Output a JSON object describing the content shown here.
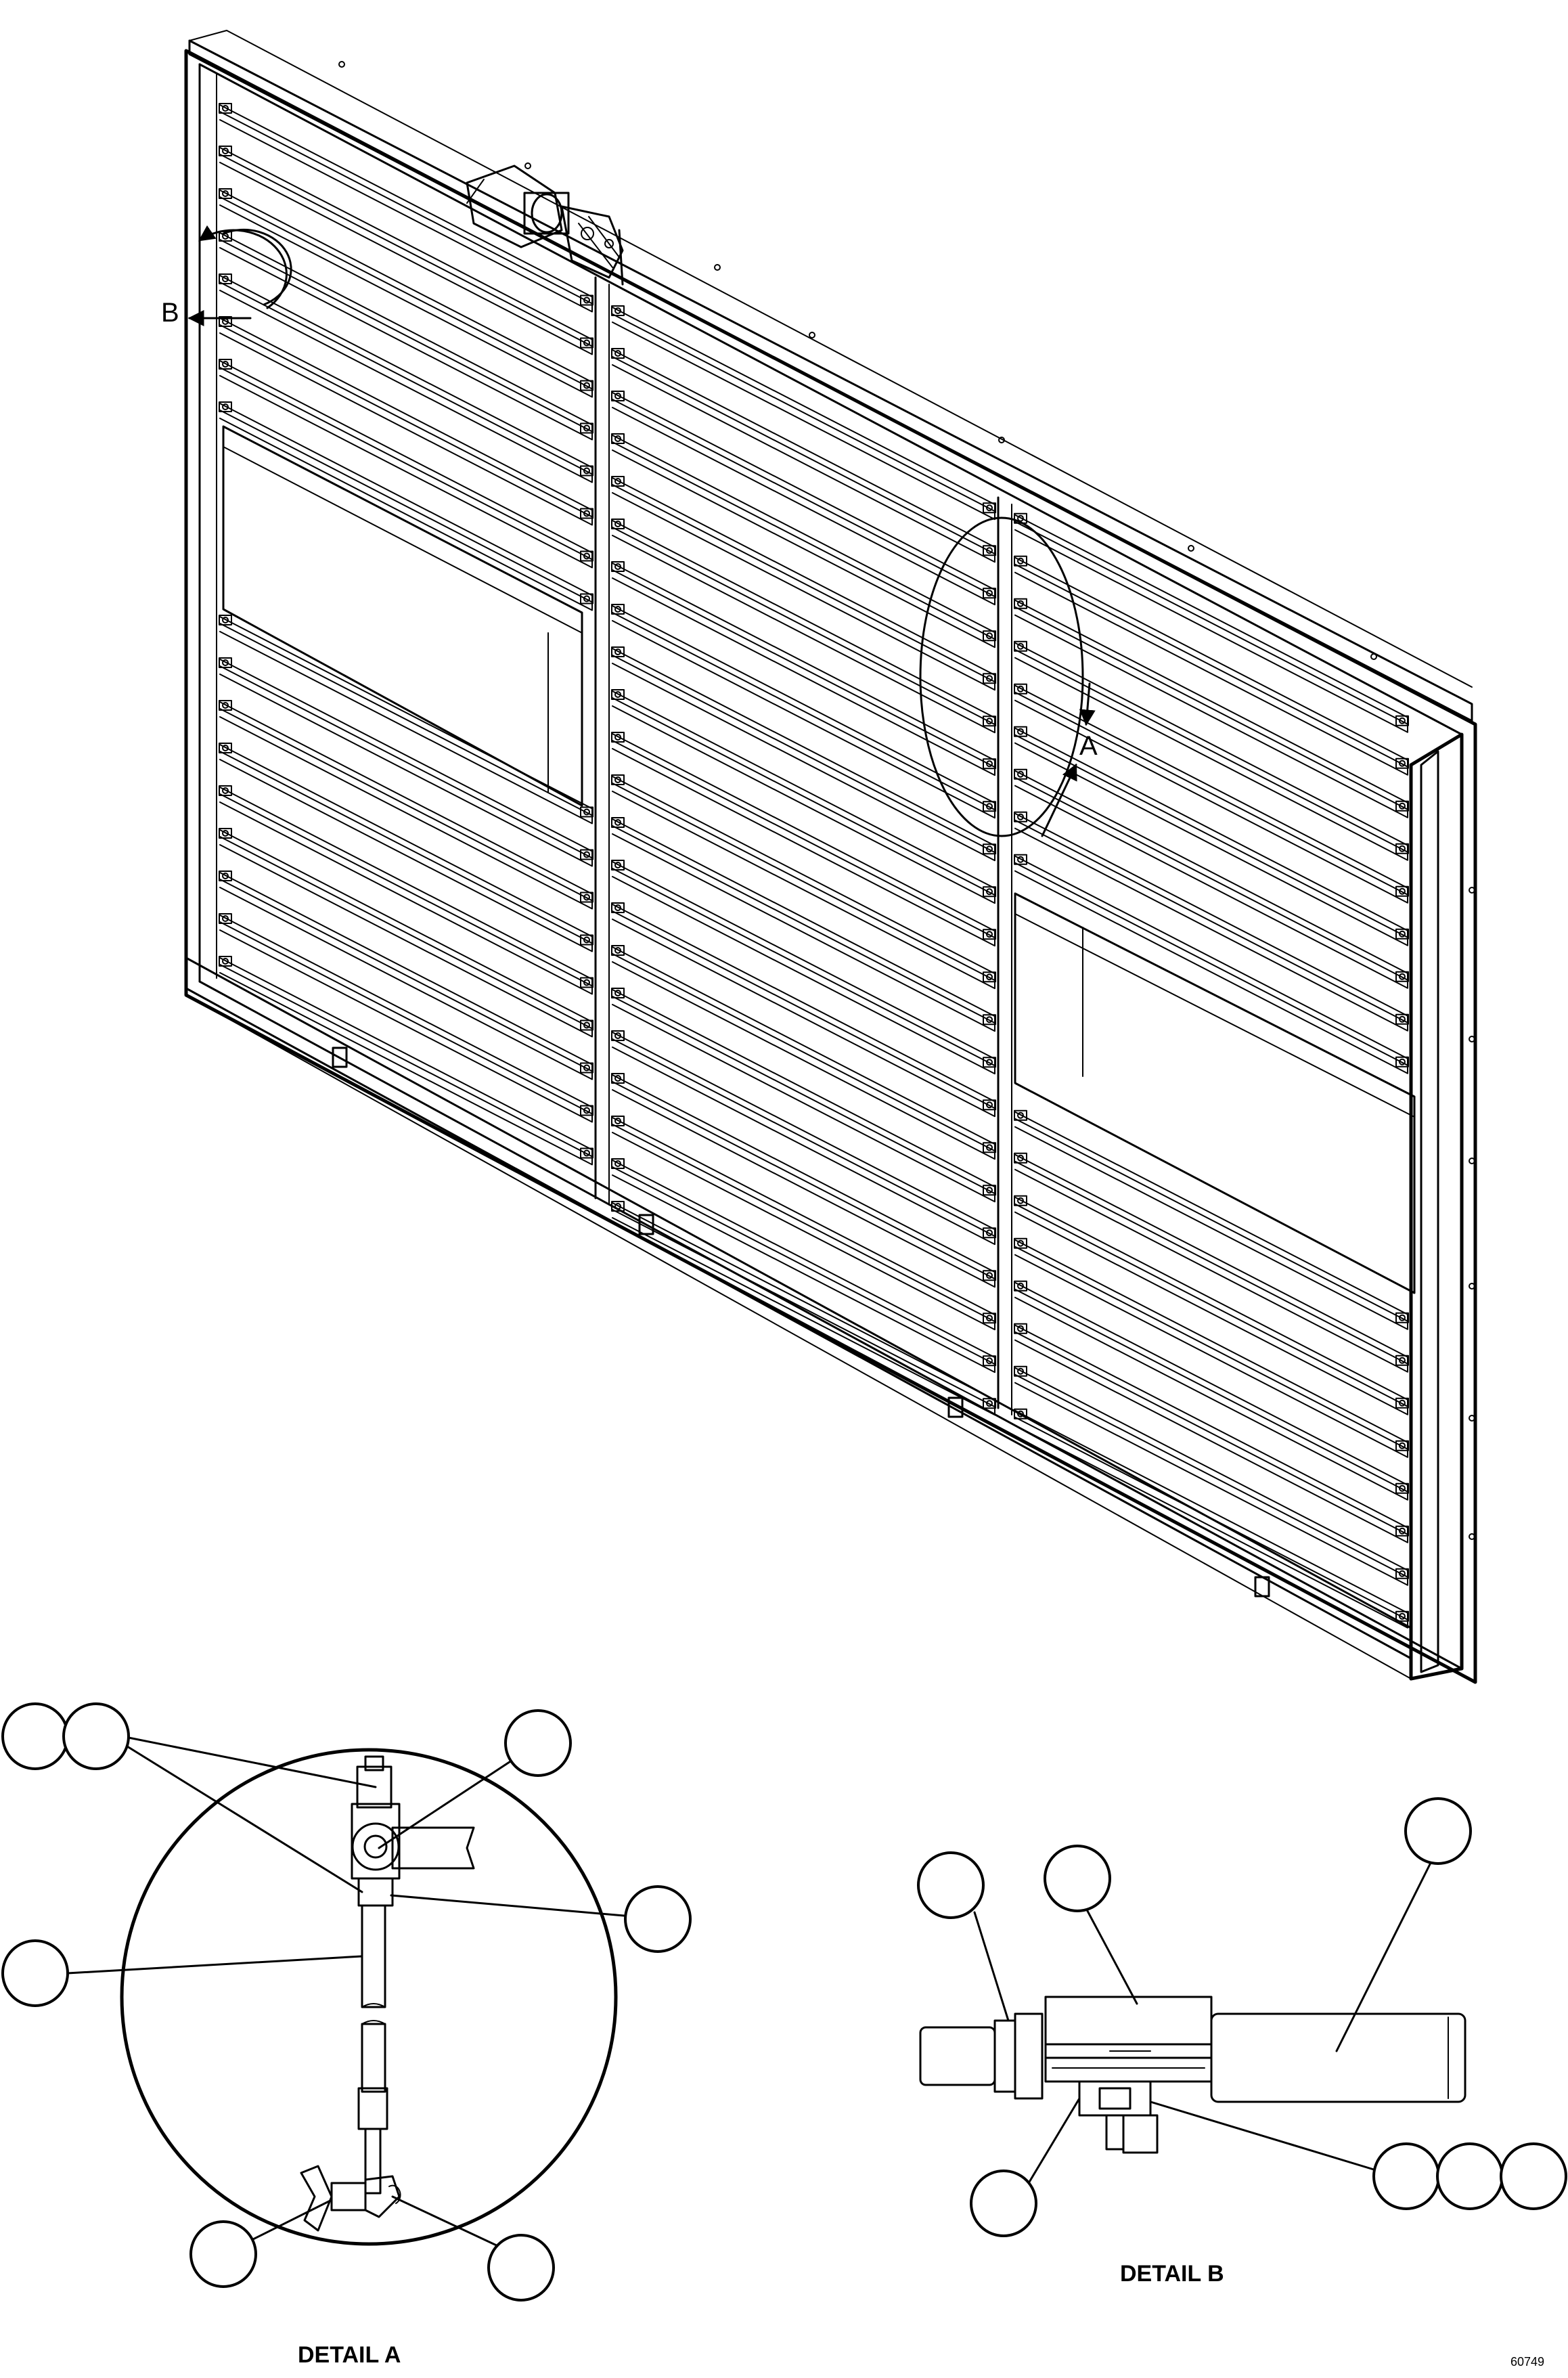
{
  "view_labels": {
    "detail_a_marker": "A",
    "detail_b_marker": "B"
  },
  "captions": {
    "detail_a": "DETAIL A",
    "detail_b": "DETAIL B"
  },
  "figure_code": "60749",
  "colors": {
    "line": "#000000",
    "background": "#ffffff"
  }
}
